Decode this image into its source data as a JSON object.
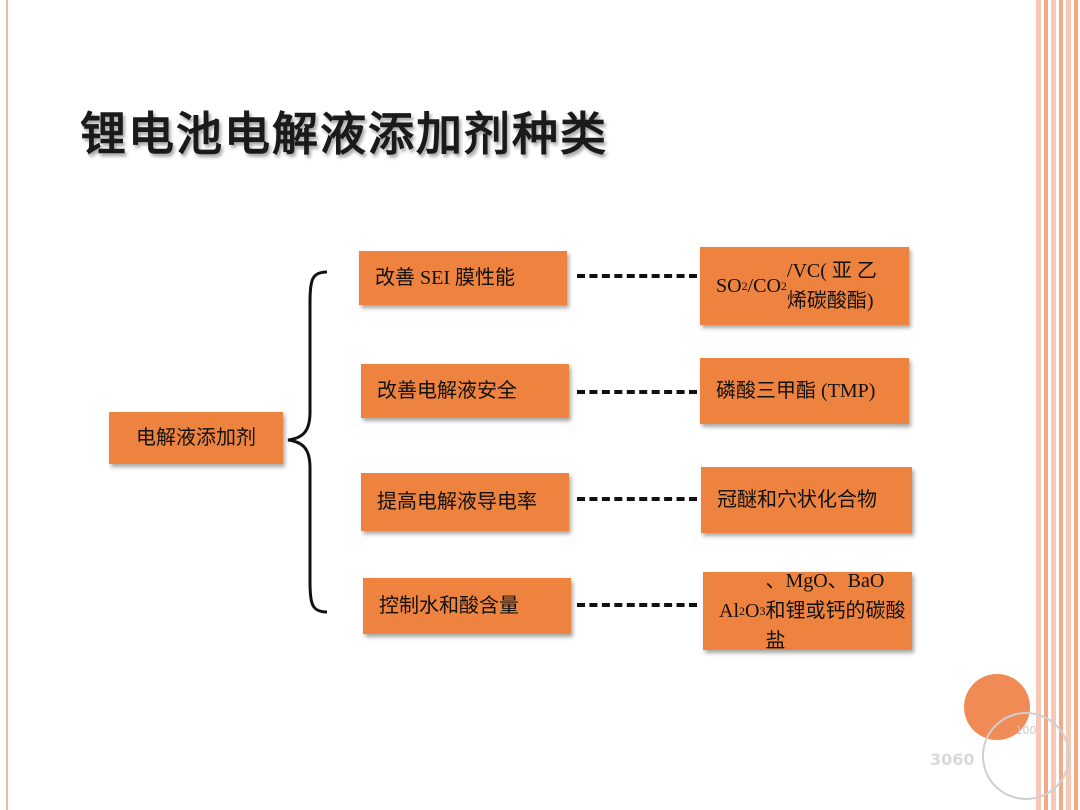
{
  "title": "锂电池电解液添加剂种类",
  "root": {
    "label": "电解液添加剂"
  },
  "branches": [
    {
      "purpose": "改善 SEI 膜性能",
      "result_html": "SO<sub>2</sub>/CO<sub>2</sub>/VC( 亚 乙<br>烯碳酸酯)"
    },
    {
      "purpose": "改善电解液安全",
      "result_html": "磷酸三甲酯 (TMP)"
    },
    {
      "purpose": "提高电解液导电率",
      "result_html": "冠醚和穴状化合物"
    },
    {
      "purpose": "控制水和酸含量",
      "result_html": "Al<sub>2</sub>O<sub>3</sub>、MgO、BaO<br>和锂或钙的碳酸盐"
    }
  ],
  "colors": {
    "box_fill": "#ee8340",
    "stripe_light": "#f6c8b5",
    "stripe_dark": "#f2a98a",
    "circle": "#f08b55"
  },
  "watermark": {
    "stamp_text": "100",
    "number": "3060"
  }
}
